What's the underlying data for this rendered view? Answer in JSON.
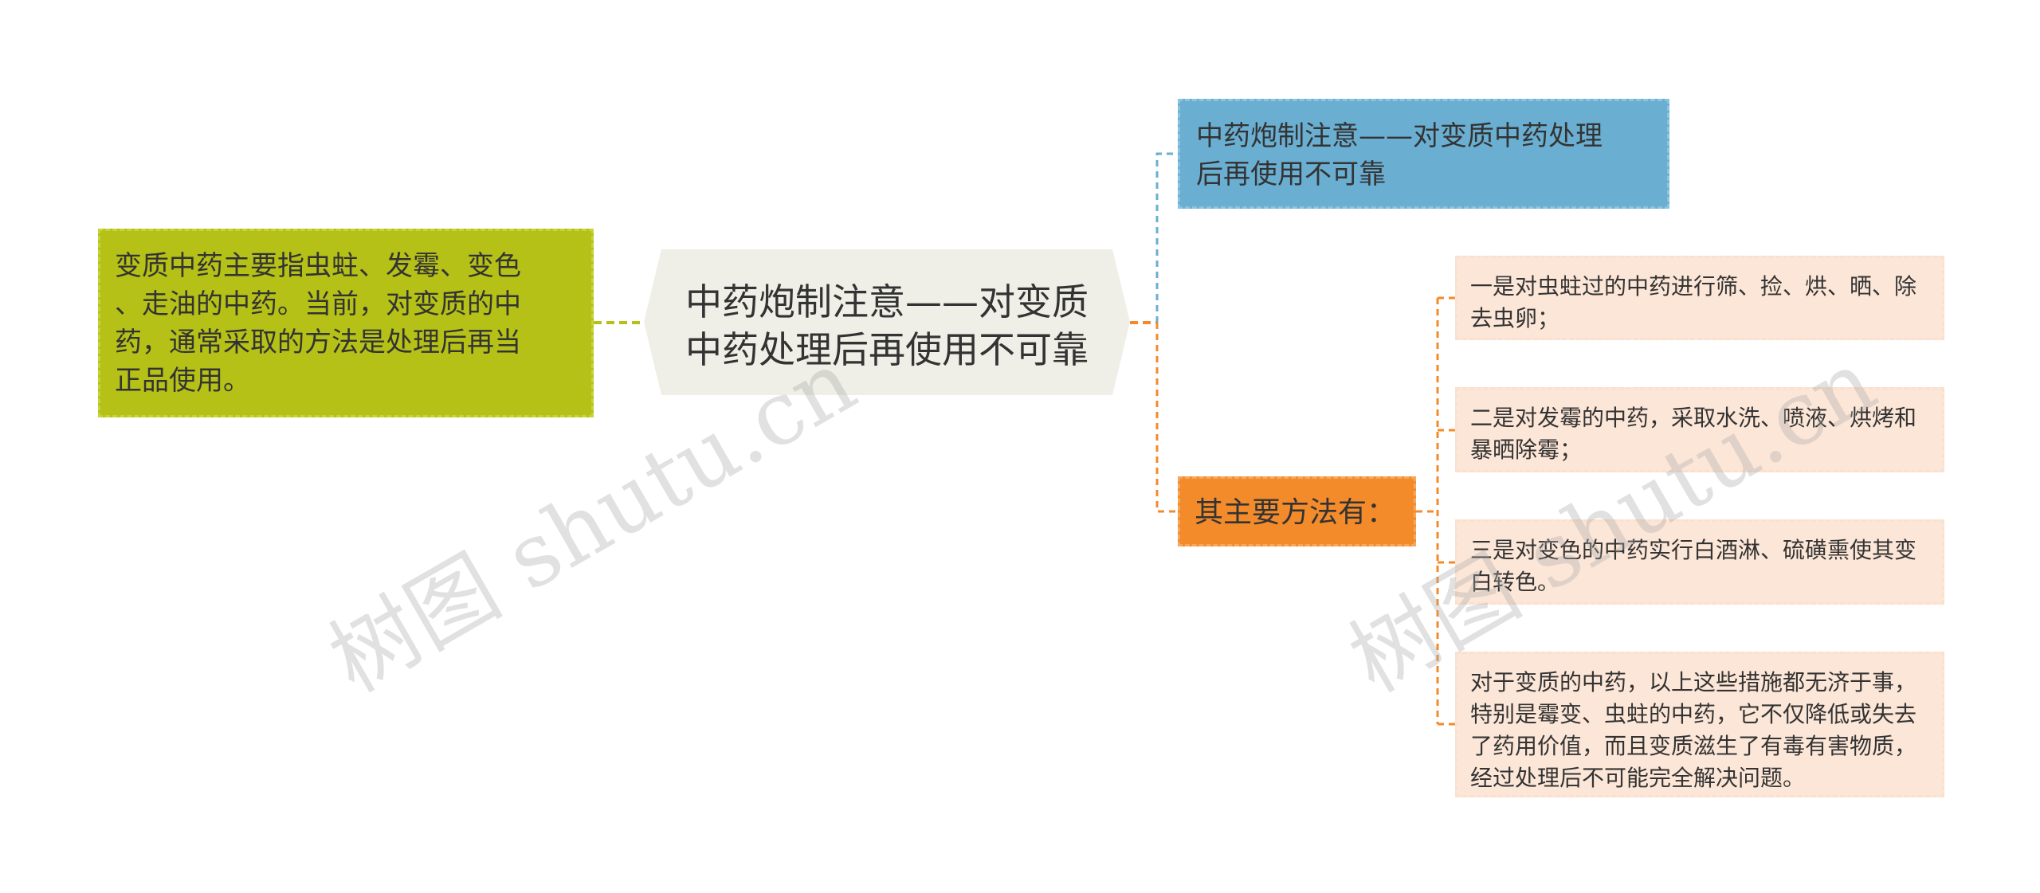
{
  "center": {
    "text": "中药炮制注意——对变质\n中药处理后再使用不可靠"
  },
  "left": {
    "text": "变质中药主要指虫蛀、发霉、变色\n、走油的中药。当前，对变质的中\n药，通常采取的方法是处理后再当\n正品使用。"
  },
  "topright": {
    "text": "中药炮制注意——对变质中药处理\n后再使用不可靠"
  },
  "methods": {
    "text": "其主要方法有："
  },
  "leaves": [
    {
      "text": "一是对虫蛀过的中药进行筛、捡、烘、晒、除\n去虫卵；"
    },
    {
      "text": "二是对发霉的中药，采取水洗、喷液、烘烤和\n暴晒除霉；"
    },
    {
      "text": "三是对变色的中药实行白酒淋、硫磺熏使其变\n白转色。"
    },
    {
      "text": "对于变质的中药，以上这些措施都无济于事，\n特别是霉变、虫蛀的中药，它不仅降低或失去\n了药用价值，而且变质滋生了有毒有害物质，\n经过处理后不可能完全解决问题。"
    }
  ],
  "watermark": {
    "text": "树图 shutu.cn"
  },
  "colors": {
    "center_fill": "#efefe7",
    "left_fill": "#b5c117",
    "topright_fill": "#6aafd2",
    "methods_fill": "#f38b2b",
    "leaf_fill": "#fce6d7",
    "line_green": "#b5c117",
    "line_blue": "#6aafd2",
    "line_orange": "#f38b2b"
  }
}
